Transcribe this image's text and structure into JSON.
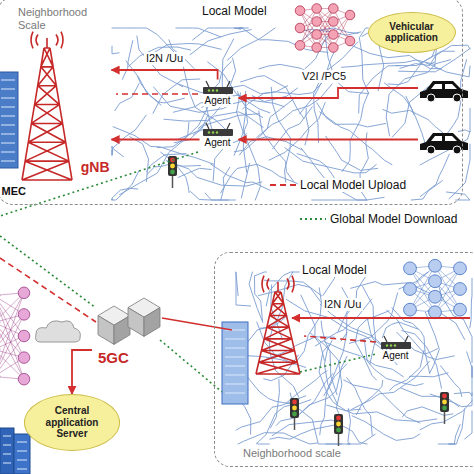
{
  "diagram": {
    "nodes": [
      {
        "text": [
          "Neighborhood Scale"
        ]
      },
      {
        "text": [
          "Vehicular application"
        ],
        "in": 0
      },
      {
        "text": [
          "Agent"
        ],
        "in": 0
      },
      {
        "text": [
          "Agent"
        ],
        "in": 0
      },
      {
        "text": [
          "gNB"
        ],
        "in": 0
      },
      {
        "text": [
          "MEC"
        ],
        "in": 0
      },
      {
        "text": [
          "5GC"
        ]
      },
      {
        "text": [
          "Central application Server"
        ]
      },
      {
        "text": [
          "Neighborhood scale"
        ]
      },
      {
        "text": [
          "Agent"
        ],
        "in": 8
      }
    ],
    "edges": [
      {
        "from": 2,
        "to": 4,
        "arrow": "to",
        "label": "I2N /Uu"
      },
      {
        "from": 3,
        "to": 4,
        "arrow": "to"
      },
      {
        "from": 6,
        "to": 7,
        "arrow": "to"
      }
    ],
    "labels": [
      "Local Model",
      "V2I /PC5",
      "Local Model",
      "I2N /Uu"
    ],
    "legend": [
      {
        "text": "Local Model Upload"
      },
      {
        "text": "Global Model Download"
      }
    ]
  }
}
